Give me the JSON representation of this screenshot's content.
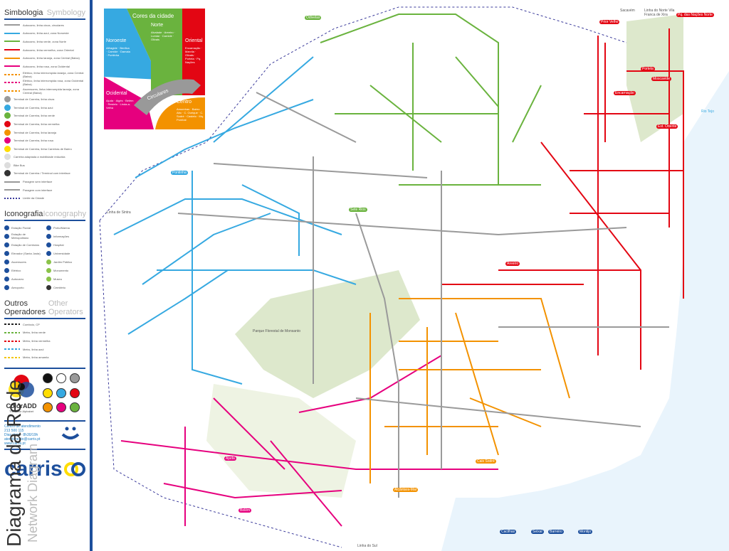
{
  "sidebar": {
    "symbology": {
      "title_pt": "Simbologia",
      "title_en": "Symbology",
      "items": [
        {
          "label": "Autocarro, linha cinza, circulares",
          "color": "#9a9a9a"
        },
        {
          "label": "Autocarro, linha azul, zona Noroeste",
          "color": "#36a9e1"
        },
        {
          "label": "Autocarro, linha verde, zona Norte",
          "color": "#6ab33e"
        },
        {
          "label": "Autocarro, linha vermelha, zona Oriental",
          "color": "#e30613"
        },
        {
          "label": "Autocarro, linha laranja, zona Central (Baixa)",
          "color": "#f39200"
        },
        {
          "label": "Autocarro, linha rosa, zona Ocidental",
          "color": "#e6007e"
        },
        {
          "label": "Elétrico, linha interrompida laranja, zona Central (Baixa)",
          "color": "#f39200"
        },
        {
          "label": "Elétrico, linha interrompida rosa, zona Ocidental (Baixa)",
          "color": "#e6007e"
        },
        {
          "label": "Ascensores, linha interrompida laranja, zona Central (Baixa)",
          "color": "#f39200"
        },
        {
          "label": "Terminal de Carreira, linha cinza",
          "color": "#9a9a9a",
          "dot": true
        },
        {
          "label": "Terminal de Carreira, linha azul",
          "color": "#36a9e1",
          "dot": true
        },
        {
          "label": "Terminal de Carreira, linha verde",
          "color": "#6ab33e",
          "dot": true
        },
        {
          "label": "Terminal de Carreira, linha vermelha",
          "color": "#e30613",
          "dot": true
        },
        {
          "label": "Terminal de Carreira, linha laranja",
          "color": "#f39200",
          "dot": true
        },
        {
          "label": "Terminal de Carreira, linha rosa",
          "color": "#e6007e",
          "dot": true
        },
        {
          "label": "Terminal de Carreira, linha Carreiras de Bairro",
          "color": "#ffdd00",
          "dot": true
        },
        {
          "label": "Carreira adaptada a mobilidade reduzida",
          "color": "#dddddd",
          "dot": true
        },
        {
          "label": "Bike Bus",
          "color": "#dddddd",
          "dot": true
        },
        {
          "label": "Terminal de Carreira / Terminal com interface",
          "color": "#333333",
          "dot": true
        },
        {
          "label": "Paragem sem interface",
          "color": "#999999"
        },
        {
          "label": "Paragem com interface",
          "color": "#999999"
        },
        {
          "label": "Limite da Cidade",
          "color": "#3b3b9b"
        }
      ]
    },
    "iconography": {
      "title_pt": "Iconografia",
      "title_en": "Iconography",
      "items": [
        "Estação Fluvial",
        "Porto/Marina",
        "Estação de Metropolitano",
        "Informações",
        "Estação de Comboios",
        "Hospital",
        "Elevador (Santa Justa)",
        "Universidade",
        "Ascensores",
        "Jardim Público",
        "Elétrico",
        "Monumento",
        "Autocarro",
        "Museu",
        "Aeroporto",
        "Cemitério"
      ]
    },
    "other_operators": {
      "title_pt": "Outros Operadores",
      "title_en": "Other Operators",
      "items": [
        {
          "label": "Comboio, CP",
          "color": "#222222"
        },
        {
          "label": "Metro, linha verde",
          "color": "#6ab33e"
        },
        {
          "label": "Metro, linha vermelha",
          "color": "#e30613"
        },
        {
          "label": "Metro, linha azul",
          "color": "#36a9e1"
        },
        {
          "label": "Metro, linha amarela",
          "color": "#f2c500"
        }
      ]
    },
    "coloradd": {
      "name": "ColorADD",
      "tagline": "The Color Alphabet",
      "colors": [
        "#111111",
        "#ffffff",
        "#9a9a9a",
        "#ffdd00",
        "#36a9e1",
        "#e30613",
        "#f39200",
        "#e6007e",
        "#6ab33e"
      ]
    },
    "contact": {
      "title": "Centro de atendimento",
      "phone": "213 500 115",
      "hours": "Dias úteis - 8h30/19h",
      "email": "atendimento@carris.pt",
      "web": "www.carris.pt"
    },
    "brand": "carris",
    "diagram_title_pt": "Diagrama da Rede",
    "diagram_title_en": "Network Diagram"
  },
  "zones": {
    "title": "Cores da cidade",
    "norte": {
      "name": "Norte",
      "places": "Alvalade · Areeiro · Lumiar · Carnide · Olivais",
      "color": "#6ab33e"
    },
    "noroeste": {
      "name": "Noroeste",
      "places": "Alfragide · Benfica · Carnide · Damaia · Pontinha",
      "color": "#36a9e1"
    },
    "oriental": {
      "name": "Oriental",
      "places": "Encarnação · Marvila · Olivais · Portela · Pq. Nações",
      "color": "#e30613"
    },
    "ocidental": {
      "name": "Ocidental",
      "places": "Ajuda · Algés · Belém · Restelo · Linda-a-Velha",
      "color": "#e6007e"
    },
    "centro": {
      "name": "Centro",
      "places": "Amoreiras · Bairro Alto · C. Ourique · C. Sodré · Castelo · Mq. Pombal",
      "color": "#f39200"
    },
    "circulares": "Circulares"
  },
  "map": {
    "labels": {
      "sacavem": "Sacavém",
      "norte_line": "Linha do Norte Vila Franca de Xira",
      "pq_nacoes": "Pq. das Nações Norte",
      "prior_velho": "Prior Velho",
      "portela": "Portela",
      "moscavide": "Moscavide",
      "encarnacao": "Encarnação",
      "oriente": "Est. Oriente",
      "rio_tejo": "Rio Tejo",
      "cacilhas": "Cacilhas",
      "seixal": "Seixal",
      "barreiro": "Barreiro",
      "montijo": "Montijo",
      "cais_sodre": "Cais Sodré",
      "alcantara": "Alcântara-Mar",
      "linha_sul": "Linha do Sul",
      "belem": "Belém",
      "parque_monsanto": "Parque Florestal de Monsanto",
      "linha_sintra": "Linha de Sintra",
      "pontinha": "Pontinha",
      "odivelas": "Odivelas",
      "sete_rios": "Sete Rios",
      "areeiro": "Areeiro",
      "ajuda": "Ajuda"
    }
  }
}
